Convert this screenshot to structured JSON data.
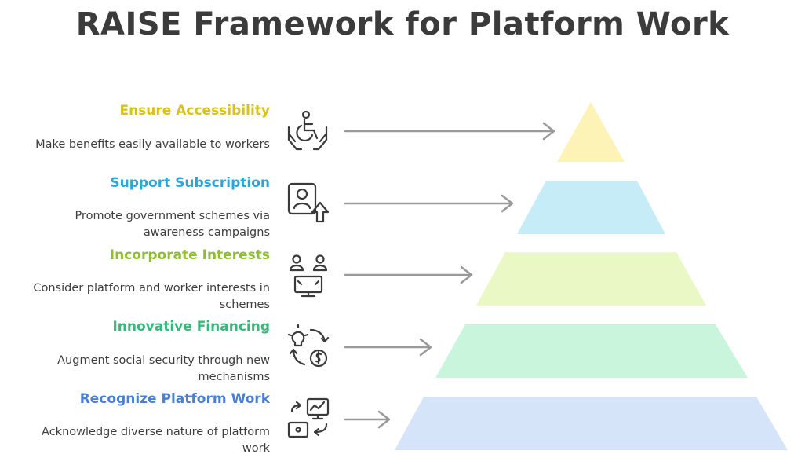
{
  "title": "RAISE Framework for Platform Work",
  "levels": [
    {
      "label": "Ensure Accessibility",
      "description": "Make benefits easily available to workers",
      "color": "#d9c21a",
      "fill": "#fdf3b6",
      "icon": "wheelchair-hands-icon"
    },
    {
      "label": "Support Subscription",
      "description": "Promote government schemes via awareness campaigns",
      "color": "#2aa6d8",
      "fill": "#c6ecf7",
      "icon": "user-upload-icon"
    },
    {
      "label": "Incorporate Interests",
      "description": "Consider platform and worker interests in schemes",
      "color": "#8fbf2f",
      "fill": "#e9f8c4",
      "icon": "people-monitor-icon"
    },
    {
      "label": "Innovative Financing",
      "description": "Augment social security through new mechanisms",
      "color": "#35b97a",
      "fill": "#c9f5dc",
      "icon": "idea-money-cycle-icon"
    },
    {
      "label": "Recognize Platform Work",
      "description": "Acknowledge diverse nature of platform work",
      "color": "#4a7fd6",
      "fill": "#d6e4fa",
      "icon": "workflow-screens-icon"
    }
  ]
}
